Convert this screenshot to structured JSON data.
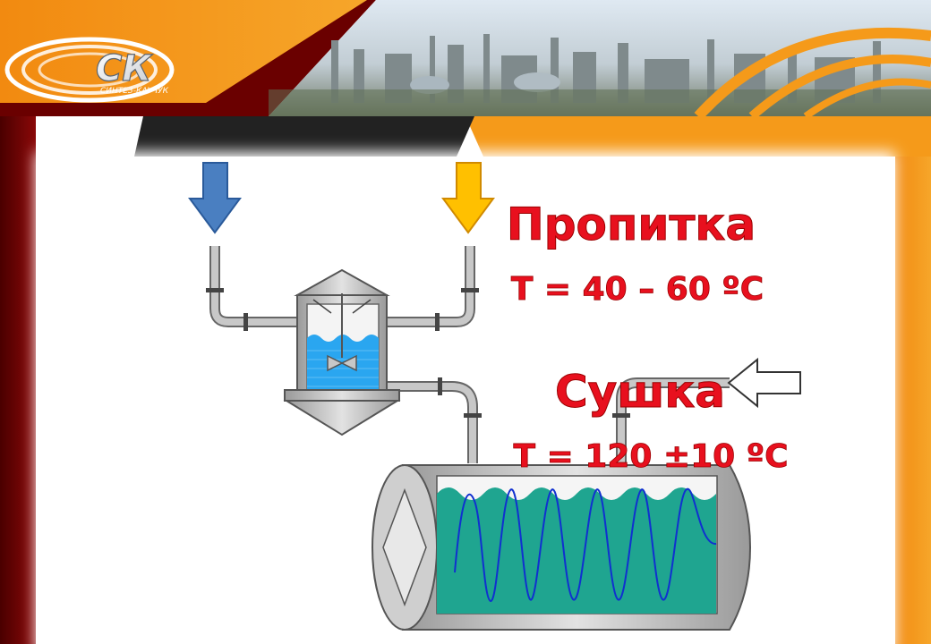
{
  "logo": {
    "mark": "СК",
    "subtitle": "СИНТЕЗ-КАУЧУК"
  },
  "labels": {
    "impregnation_title": "Пропитка",
    "impregnation_temp": "T = 40 – 60 ºC",
    "drying_title": "Сушка",
    "drying_temp": "T = 120 ±10 ºC"
  },
  "colors": {
    "title_red": "#e8101e",
    "arrow_blue": "#4a7fc1",
    "arrow_yellow": "#ffc000",
    "water_blue": "#2aa6f0",
    "dryer_teal": "#1fa590",
    "spiral_blue": "#1030d0",
    "header_orange": "#f59a1a",
    "side_dark_red": "#6a0000"
  },
  "icons": {
    "inlet_left": "down-arrow-icon",
    "inlet_right": "down-arrow-icon",
    "inlet_dryer": "left-arrow-icon",
    "agitator": "impeller-icon"
  }
}
